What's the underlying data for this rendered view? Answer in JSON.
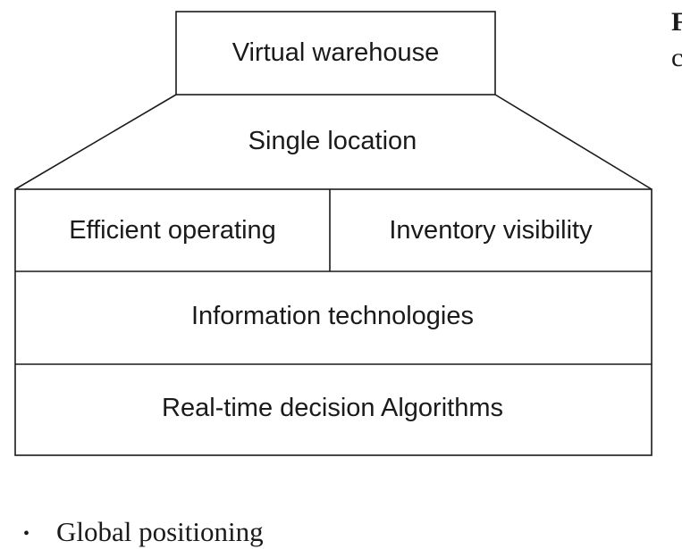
{
  "diagram": {
    "top_box": "Virtual warehouse",
    "funnel_label": "Single location",
    "left_cell": "Efficient operating",
    "right_cell": "Inventory visibility",
    "middle_row": "Information technologies",
    "bottom_row": "Real-time decision Algorithms"
  },
  "side_text": {
    "bold_fragment": "F",
    "normal_fragment": "c"
  },
  "bullets": [
    {
      "symbol": "•",
      "text": "Global positioning"
    }
  ]
}
